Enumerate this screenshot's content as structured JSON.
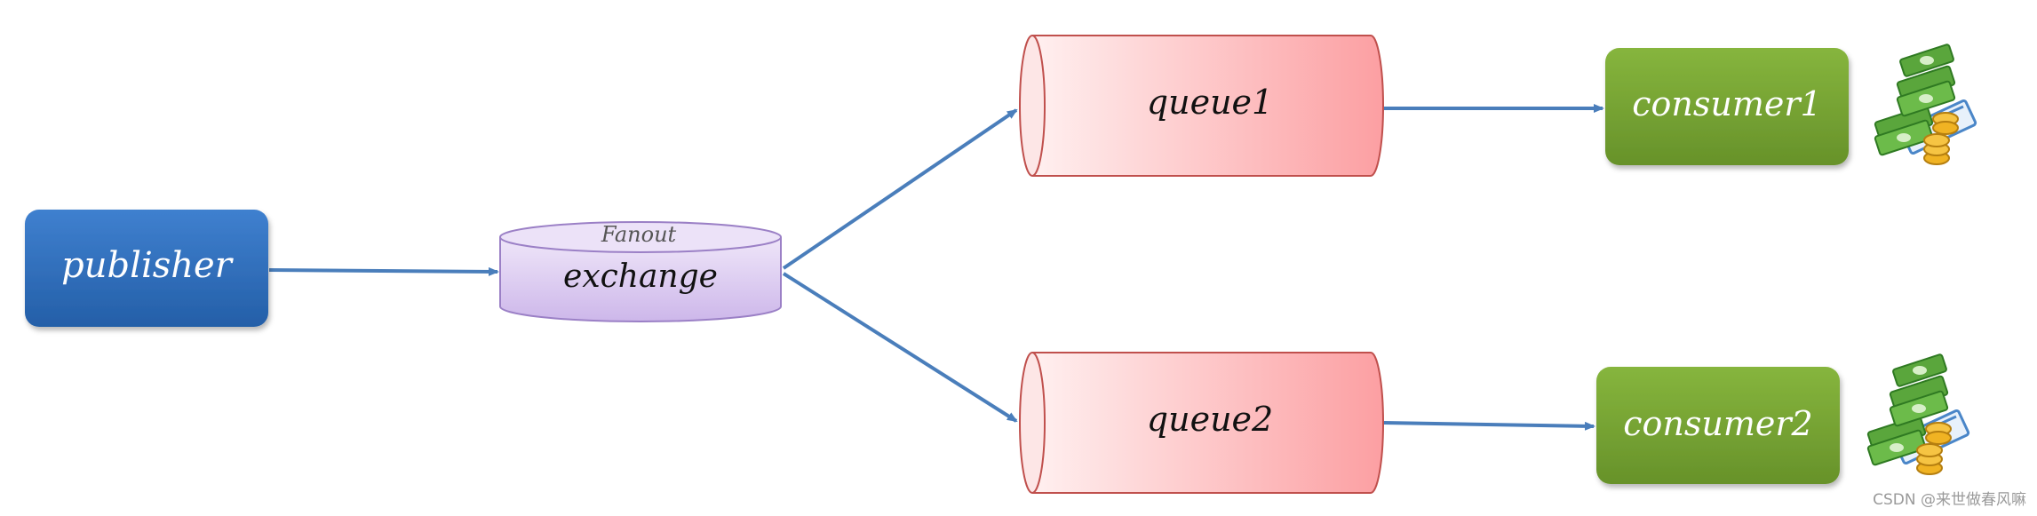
{
  "publisher": {
    "label": "publisher"
  },
  "exchange": {
    "type_label": "Fanout",
    "label": "exchange"
  },
  "queues": [
    {
      "label": "queue1"
    },
    {
      "label": "queue2"
    }
  ],
  "consumers": [
    {
      "label": "consumer1",
      "icon": "money-icon"
    },
    {
      "label": "consumer2",
      "icon": "money-icon"
    }
  ],
  "watermark": "CSDN @来世做春风嘛",
  "colors": {
    "publisher": "#2f6ebd",
    "exchange": "#d9c8ee",
    "queue": "#fdb6b8",
    "consumer": "#77a534",
    "arrow": "#4a7ebb"
  }
}
